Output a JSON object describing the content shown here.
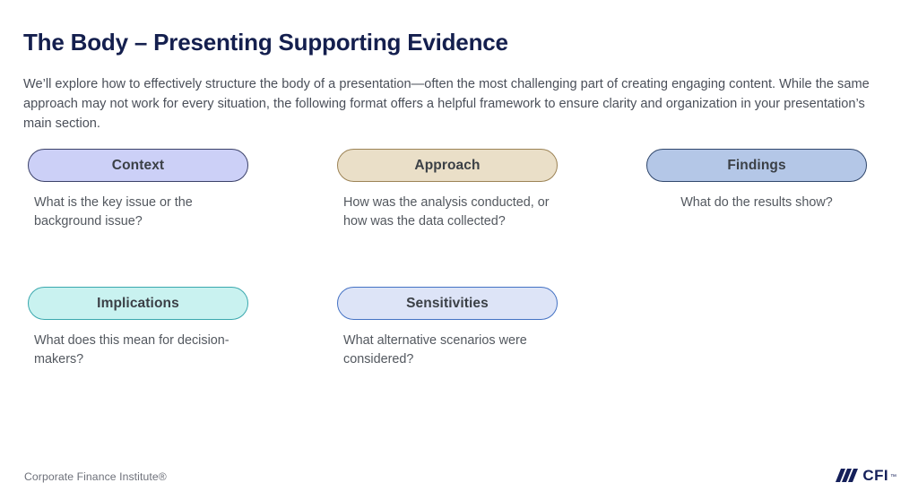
{
  "slide": {
    "title": "The Body – Presenting Supporting Evidence",
    "intro": "We’ll explore how to effectively structure the body of a presentation—often the most challenging part of creating engaging content. While the same approach may not work for every situation, the following format offers a helpful framework to ensure clarity and organization in your presentation’s main section."
  },
  "cards": {
    "row1": [
      {
        "label": "Context",
        "caption": "What is the key issue or the background issue?",
        "fill": "#ccd0f7",
        "border": "#3b4169",
        "align": "left"
      },
      {
        "label": "Approach",
        "caption": "How was the analysis conducted, or how was the data collected?",
        "fill": "#eadfc8",
        "border": "#9c8355",
        "align": "left"
      },
      {
        "label": "Findings",
        "caption": "What do the results show?",
        "fill": "#b4c7e7",
        "border": "#30476c",
        "align": "center"
      }
    ],
    "row2": [
      {
        "label": "Implications",
        "caption": "What does this mean for decision-makers?",
        "fill": "#c9f2f0",
        "border": "#3aa8ae",
        "align": "left"
      },
      {
        "label": "Sensitivities",
        "caption": "What alternative scenarios were considered?",
        "fill": "#dde4f7",
        "border": "#4472c4",
        "align": "left"
      }
    ]
  },
  "footer": {
    "attribution": "Corporate Finance Institute®",
    "logo_word": "CFI",
    "logo_tm": "™",
    "logo_color": "#15205a"
  },
  "theme": {
    "title_color": "#141f4e",
    "body_color": "#4a4f59",
    "caption_color": "#53585f",
    "background": "#ffffff"
  }
}
